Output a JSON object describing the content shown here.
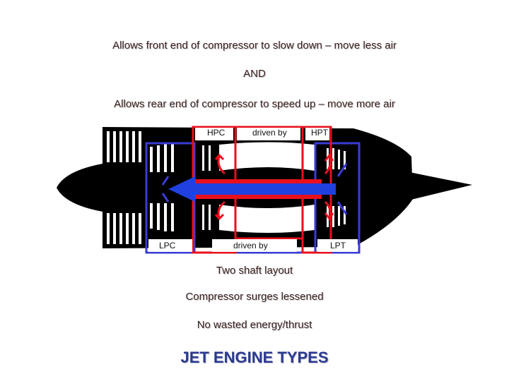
{
  "texts": {
    "line1": "Allows front end of compressor to slow down – move less air",
    "line2": "AND",
    "line3": "Allows rear end of compressor to speed up – move more air",
    "caption1": "Two shaft layout",
    "caption2": "Compressor surges lessened",
    "caption3": "No wasted energy/thrust",
    "heading": "JET ENGINE TYPES"
  },
  "diagram": {
    "hpc_label": "HPC",
    "hp_driven_by": "driven by",
    "hpt_label": "HPT",
    "lpc_label": "LPC",
    "lp_driven_by": "driven by",
    "lpt_label": "LPT",
    "colors": {
      "hp_spool": "#e8101c",
      "lp_spool": "#3b3bd8",
      "shaft_arrow": "#2040e0",
      "engine_body": "#000000"
    }
  }
}
